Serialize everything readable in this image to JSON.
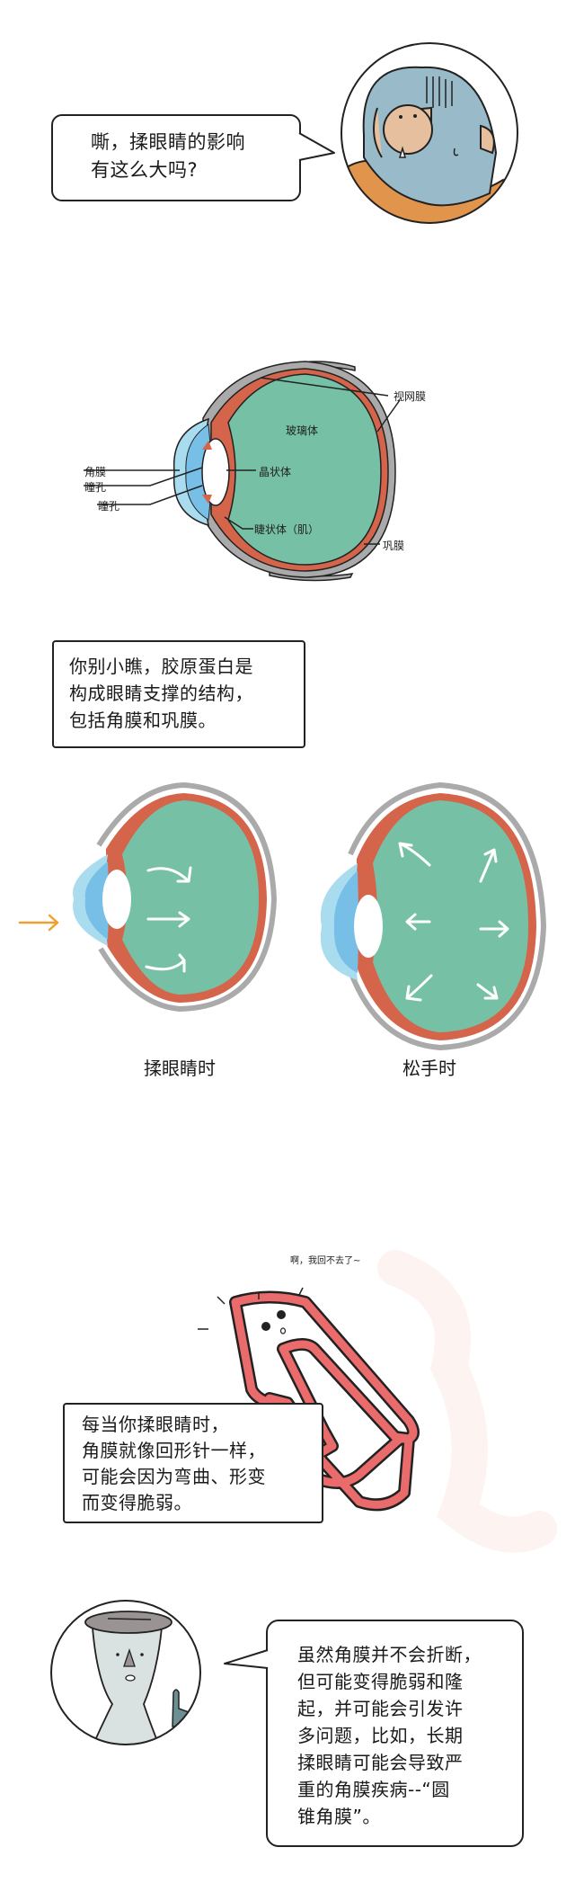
{
  "panel1": {
    "speech": "嘶，揉眼睛的影响\n有这么大吗?",
    "character": "worried-blue-character"
  },
  "panel2": {
    "diagram_title": "eye-anatomy",
    "labels": {
      "retina": "视网膜",
      "vitreous": "玻璃体",
      "lens": "晶状体",
      "cornea": "角膜",
      "pupil_1": "瞳孔",
      "pupil_2": "瞳孔",
      "ciliary": "睫状体（肌）",
      "sclera": "巩膜"
    },
    "colors": {
      "vitreous": "#76c1a6",
      "retina": "#d4644a",
      "sclera": "#aaaaaa",
      "cornea_outer": "#aadcef",
      "cornea_inner": "#78bfe8"
    }
  },
  "panel3": {
    "text": "你别小瞧，胶原蛋白是\n构成眼睛支撑的结构，\n包括角膜和巩膜。"
  },
  "panel4": {
    "left_caption": "揉眼睛时",
    "right_caption": "松手时",
    "arrow_color": "#f0a030"
  },
  "panel5": {
    "paperclip_speech": "啊，我回不去了~",
    "text": "每当你揉眼睛时，\n角膜就像回形针一样，\n可能会因为弯曲、形变\n而变得脆弱。",
    "clip_color": "#ea6b6b"
  },
  "panel6": {
    "speech": "虽然角膜并不会折断，\n但可能变得脆弱和隆\n起，并可能会引发许\n多问题，比如，长期\n揉眼睛可能会导致严\n重的角膜疾病--“圆\n锥角膜”。",
    "character": "grey-teacher-character"
  }
}
